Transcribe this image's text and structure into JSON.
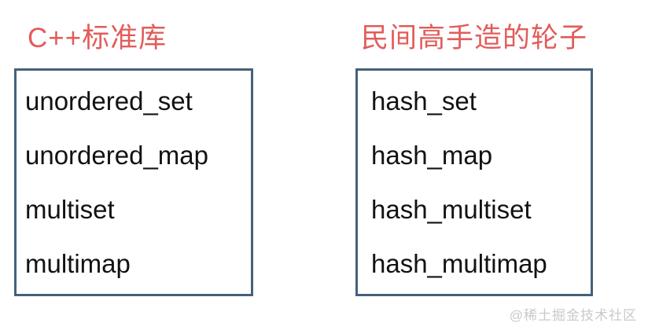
{
  "left_panel": {
    "title": "C++标准库",
    "items": [
      "unordered_set",
      "unordered_map",
      "multiset",
      "multimap"
    ]
  },
  "right_panel": {
    "title": "民间高手造的轮子",
    "items": [
      "hash_set",
      "hash_map",
      "hash_multiset",
      "hash_multimap"
    ]
  },
  "watermark": "@稀土掘金技术社区",
  "colors": {
    "title_red": "#e25c5a",
    "box_border": "#44617c",
    "item_text": "#121212",
    "watermark_gray": "#c9c9c9"
  }
}
